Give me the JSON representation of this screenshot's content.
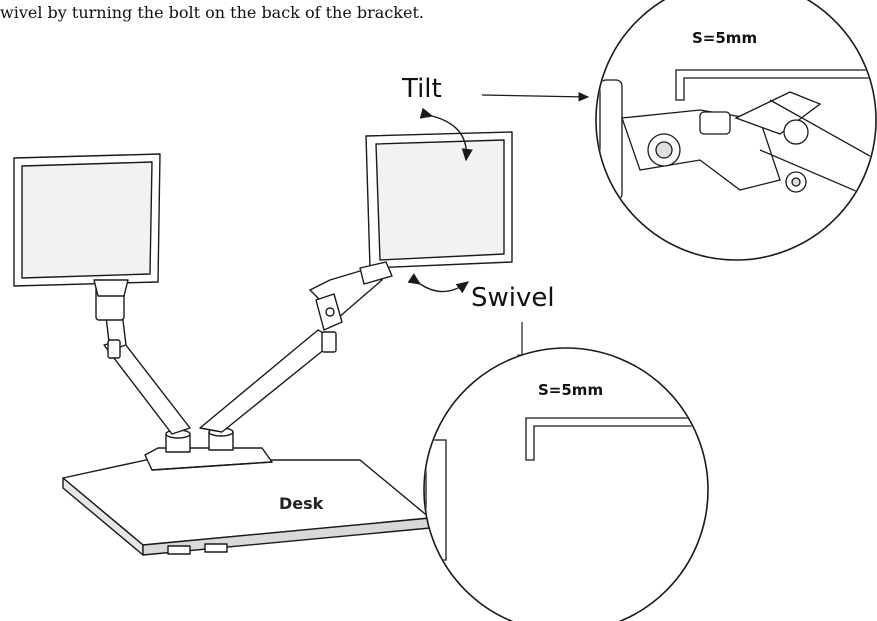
{
  "caption": "wivel by turning the bolt on the back of the bracket.",
  "labels": {
    "tilt": "Tilt",
    "swivel": "Swivel",
    "wrench_size_top": "S=5mm",
    "wrench_size_bottom": "S=5mm",
    "desk": "Desk"
  },
  "colors": {
    "line": "#1a1a1a",
    "fill": "#ffffff",
    "screen": "#f2f2f2"
  }
}
